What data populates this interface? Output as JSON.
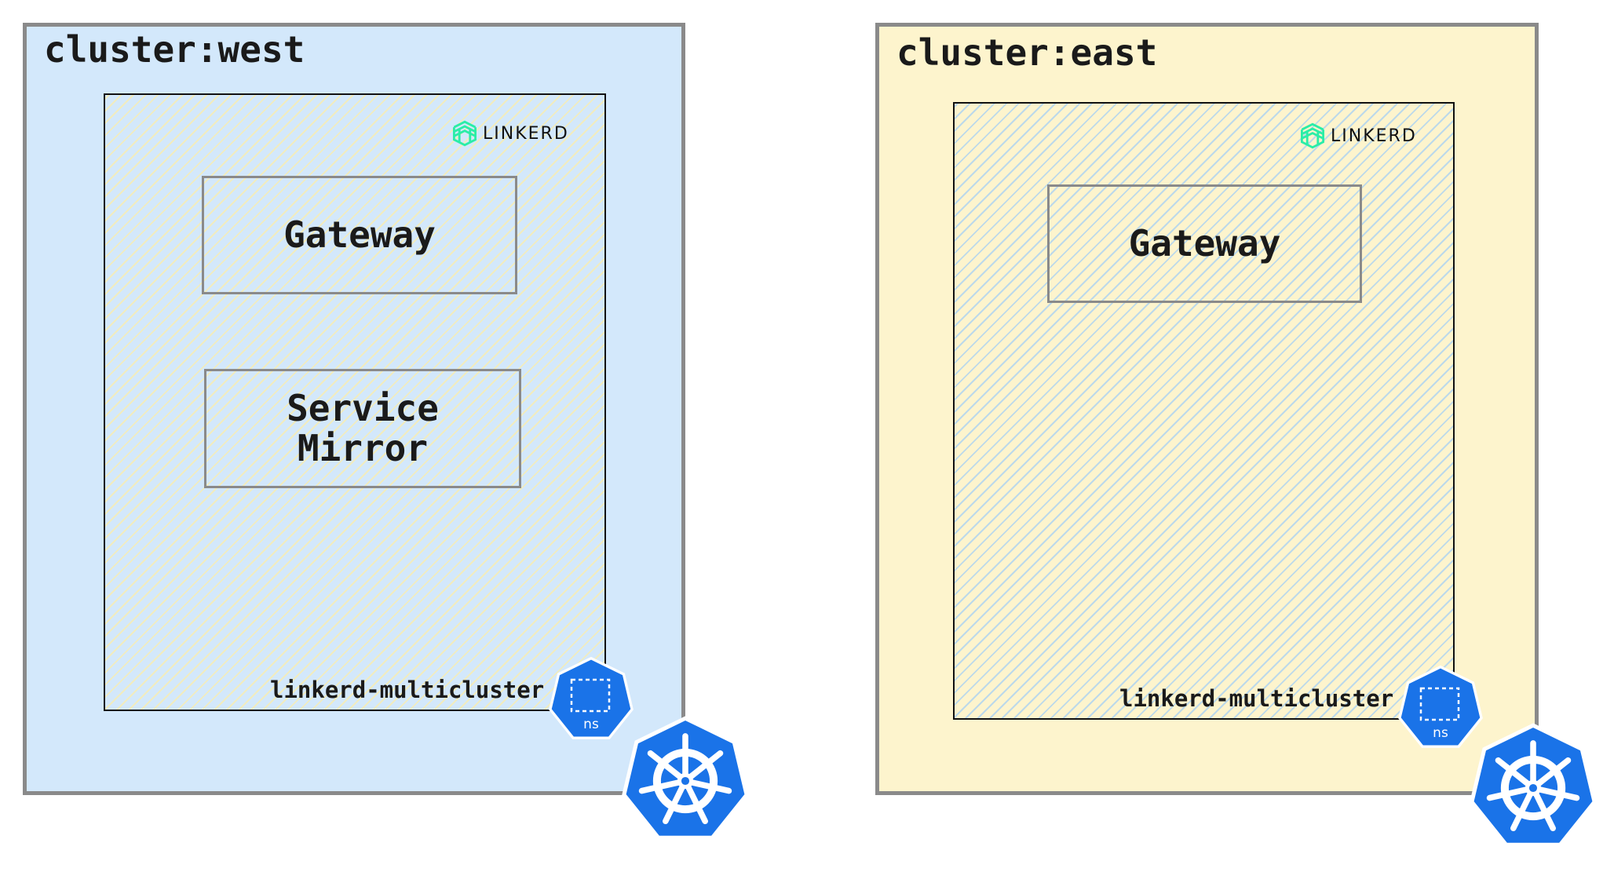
{
  "clusters": [
    {
      "title": "cluster:west",
      "namespace": "linkerd-multicluster",
      "brand": "LINKERD",
      "components": [
        "Gateway",
        "Service\nMirror"
      ]
    },
    {
      "title": "cluster:east",
      "namespace": "linkerd-multicluster",
      "brand": "LINKERD",
      "components": [
        "Gateway"
      ]
    }
  ],
  "ns_icon_label": "ns",
  "colors": {
    "west_bg": "#d3e8fb",
    "east_bg": "#fdf4cd",
    "k8s_blue": "#326ce5",
    "linkerd_green": "#2beda7"
  }
}
